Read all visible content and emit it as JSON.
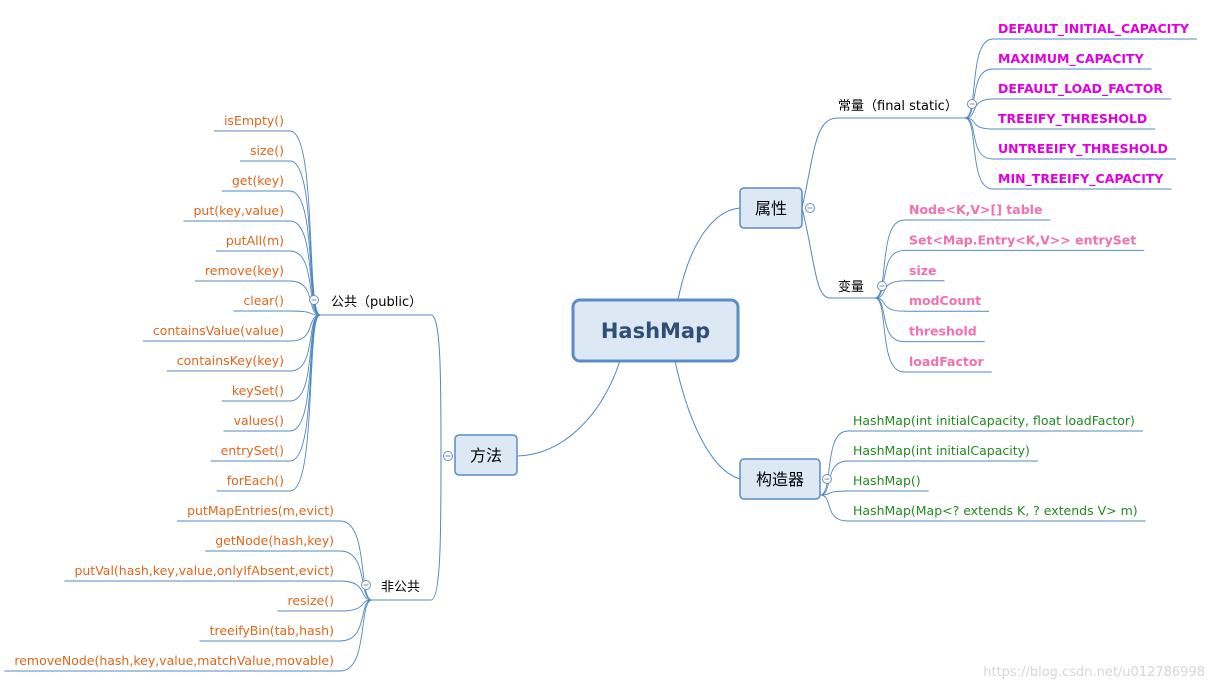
{
  "colors": {
    "line": "#4f88c0",
    "box_fill": "#dde8f5",
    "box_border": "#5b8cc6",
    "root_text": "#2f4f77",
    "orange": "#e0661a",
    "magenta": "#e000e0",
    "pink": "#f070b0",
    "green": "#228a22",
    "black": "#000000"
  },
  "root": {
    "label": "HashMap"
  },
  "attributes": {
    "label": "属性",
    "constants": {
      "label": "常量（final static）",
      "items": [
        "DEFAULT_INITIAL_CAPACITY",
        "MAXIMUM_CAPACITY",
        "DEFAULT_LOAD_FACTOR",
        "TREEIFY_THRESHOLD",
        "UNTREEIFY_THRESHOLD",
        "MIN_TREEIFY_CAPACITY"
      ]
    },
    "variables": {
      "label": "变量",
      "items": [
        "Node<K,V>[] table",
        "Set<Map.Entry<K,V>> entrySet",
        "size",
        "modCount",
        "threshold",
        "loadFactor"
      ]
    }
  },
  "constructors": {
    "label": "构造器",
    "items": [
      "HashMap(int initialCapacity, float loadFactor)",
      "HashMap(int initialCapacity)",
      "HashMap()",
      "HashMap(Map<? extends K, ? extends V> m)"
    ]
  },
  "methods": {
    "label": "方法",
    "public": {
      "label": "公共（public）",
      "items": [
        "isEmpty()",
        "size()",
        "get(key)",
        "put(key,value)",
        "putAll(m)",
        "remove(key)",
        "clear()",
        "containsValue(value)",
        "containsKey(key)",
        "keySet()",
        "values()",
        "entrySet()",
        "forEach()"
      ]
    },
    "private": {
      "label": "非公共",
      "items": [
        "putMapEntries(m,evict)",
        "getNode(hash,key)",
        "putVal(hash,key,value,onlyIfAbsent,evict)",
        "resize()",
        "treeifyBin(tab,hash)",
        "removeNode(hash,key,value,matchValue,movable)"
      ]
    }
  },
  "watermark": "https://blog.csdn.net/u012786998"
}
